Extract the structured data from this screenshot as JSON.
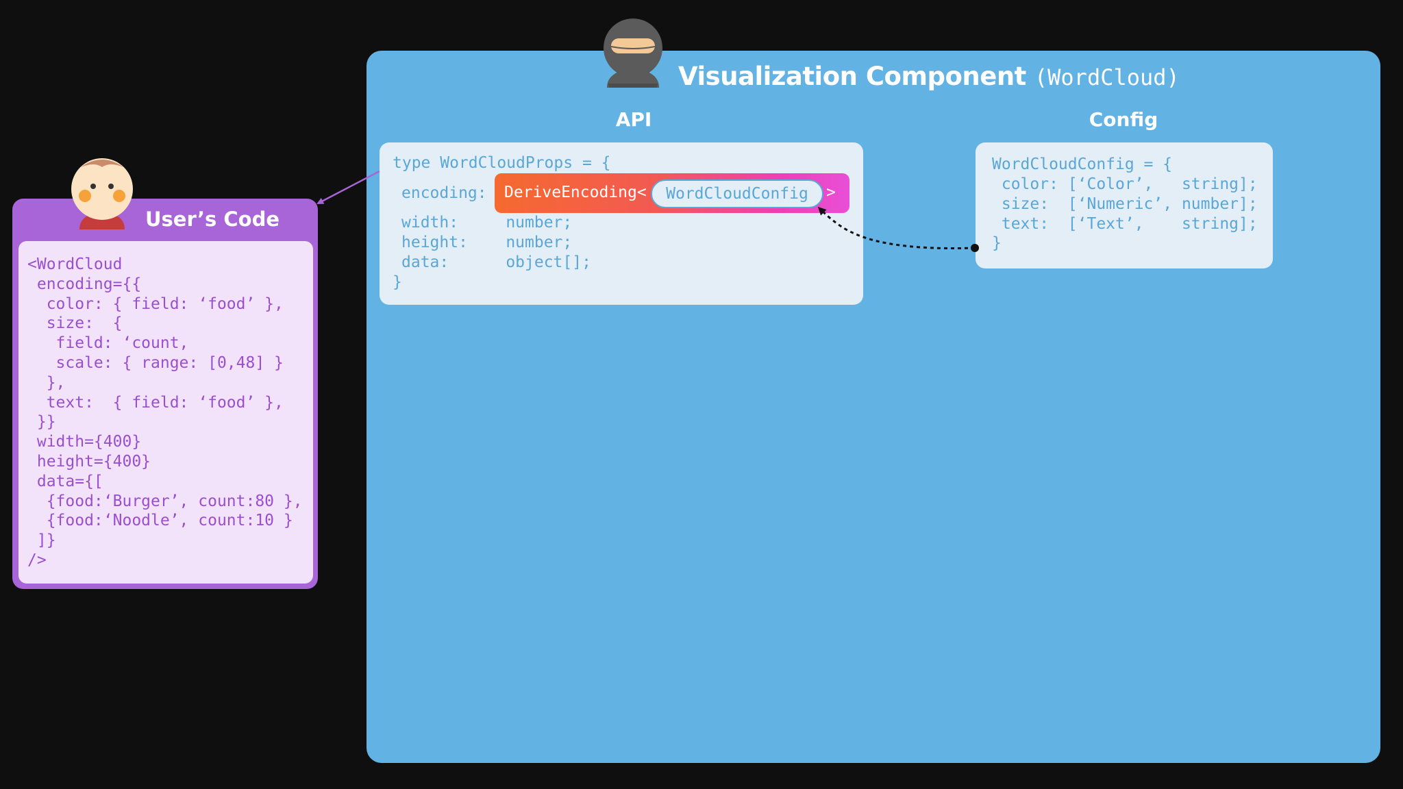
{
  "component": {
    "title": "Visualization Component",
    "subtitle": "(WordCloud)"
  },
  "api": {
    "heading": "API",
    "line1": "type WordCloudProps = {",
    "encoding_label": "encoding:",
    "derive": "DeriveEncoding<",
    "config_ref": "WordCloudConfig",
    "derive_close": ">",
    "line_width": "width:     number;",
    "line_height": "height:    number;",
    "line_data": "data:      object[];",
    "close": "}"
  },
  "config": {
    "heading": "Config",
    "line1": "WordCloudConfig = {",
    "line2": " color: [‘Color’,   string];",
    "line3": " size:  [‘Numeric’, number];",
    "line4": " text:  [‘Text’,    string];",
    "close": "}"
  },
  "user": {
    "title": "User’s Code",
    "lines": [
      "<WordCloud",
      " encoding={{",
      "  color: { field: ‘food’ },",
      "  size:  {",
      "   field: ‘count,",
      "   scale: { range: [0,48] }",
      "  },",
      "  text:  { field: ‘food’ },",
      " }}",
      " width={400}",
      " height={400}",
      " data={[",
      "  {food:‘Burger’, count:80 },",
      "  {food:‘Noodle’, count:10 }",
      " ]}",
      "/>"
    ]
  },
  "icons": {
    "developer": "ninja-avatar-icon",
    "user": "baby-avatar-icon"
  },
  "colors": {
    "background": "#0f0f10",
    "panel": "#62b2e4",
    "code_box": "#e3eef7",
    "code_text": "#5aa7d6",
    "user_card": "#a865d8",
    "user_inner": "#f2e3fa",
    "user_text": "#9a4fcf",
    "pill_start": "#f56a2f",
    "pill_end": "#e84fd8"
  }
}
